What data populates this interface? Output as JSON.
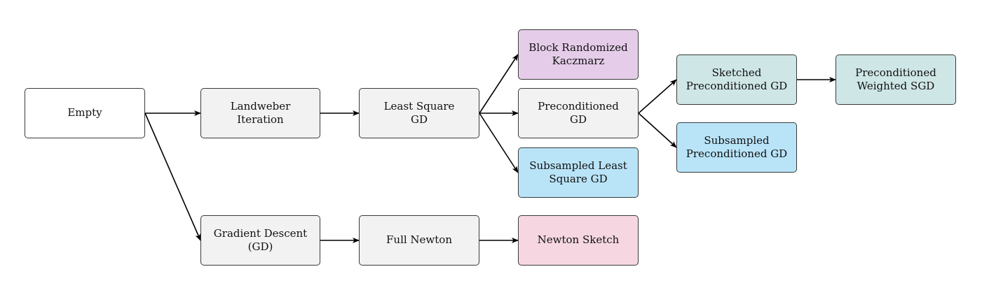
{
  "diagram": {
    "colors": {
      "white": "#ffffff",
      "gray": "#f2f2f2",
      "purple": "#e5cde9",
      "blue": "#b9e4f8",
      "teal": "#cfe6e6",
      "pink": "#f6d7e1",
      "edge": "#000000"
    },
    "nodes": {
      "empty": {
        "label": "Empty",
        "color": "#ffffff"
      },
      "landweber": {
        "label": "Landweber\nIteration",
        "color": "#f2f2f2"
      },
      "least_square_gd": {
        "label": "Least Square\nGD",
        "color": "#f2f2f2"
      },
      "block_randomized_kaczmarz": {
        "label": "Block Randomized\nKaczmarz",
        "color": "#e5cde9"
      },
      "preconditioned_gd": {
        "label": "Preconditioned\nGD",
        "color": "#f2f2f2"
      },
      "subsampled_least_square_gd": {
        "label": "Subsampled Least\nSquare GD",
        "color": "#b9e4f8"
      },
      "sketched_preconditioned_gd": {
        "label": "Sketched\nPreconditioned GD",
        "color": "#cfe6e6"
      },
      "preconditioned_weighted_sgd": {
        "label": "Preconditioned\nWeighted SGD",
        "color": "#cfe6e6"
      },
      "subsampled_preconditioned_gd": {
        "label": "Subsampled\nPreconditioned GD",
        "color": "#b9e4f8"
      },
      "gradient_descent": {
        "label": "Gradient Descent\n(GD)",
        "color": "#f2f2f2"
      },
      "full_newton": {
        "label": "Full Newton",
        "color": "#f2f2f2"
      },
      "newton_sketch": {
        "label": "Newton Sketch",
        "color": "#f6d7e1"
      }
    },
    "edges": [
      {
        "from": "empty",
        "to": "landweber"
      },
      {
        "from": "empty",
        "to": "gradient_descent"
      },
      {
        "from": "landweber",
        "to": "least_square_gd"
      },
      {
        "from": "least_square_gd",
        "to": "block_randomized_kaczmarz"
      },
      {
        "from": "least_square_gd",
        "to": "preconditioned_gd"
      },
      {
        "from": "least_square_gd",
        "to": "subsampled_least_square_gd"
      },
      {
        "from": "preconditioned_gd",
        "to": "sketched_preconditioned_gd"
      },
      {
        "from": "preconditioned_gd",
        "to": "subsampled_preconditioned_gd"
      },
      {
        "from": "sketched_preconditioned_gd",
        "to": "preconditioned_weighted_sgd"
      },
      {
        "from": "gradient_descent",
        "to": "full_newton"
      },
      {
        "from": "full_newton",
        "to": "newton_sketch"
      }
    ]
  }
}
